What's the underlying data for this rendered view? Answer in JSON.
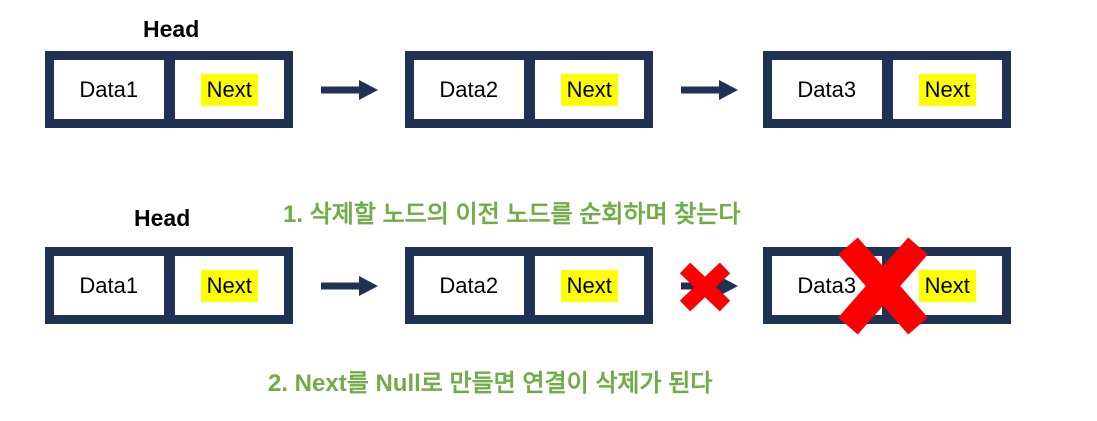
{
  "colors": {
    "node_navy": "#1f3254",
    "highlight_yellow": "#ffff00",
    "annotation_green": "#70ad47",
    "cross_red": "#fb0000",
    "text_black": "#000000",
    "background": "#ffffff"
  },
  "top_list": {
    "head_label": "Head",
    "nodes": [
      {
        "data_label": "Data1",
        "next_label": "Next"
      },
      {
        "data_label": "Data2",
        "next_label": "Next"
      },
      {
        "data_label": "Data3",
        "next_label": "Next"
      }
    ]
  },
  "bottom_list": {
    "head_label": "Head",
    "nodes": [
      {
        "data_label": "Data1",
        "next_label": "Next"
      },
      {
        "data_label": "Data2",
        "next_label": "Next"
      },
      {
        "data_label": "Data3",
        "next_label": "Next"
      }
    ]
  },
  "annotations": {
    "step1": "1. 삭제할 노드의 이전 노드를 순회하며 찾는다",
    "step2": "2. Next를 Null로 만들면 연결이 삭제가 된다"
  }
}
